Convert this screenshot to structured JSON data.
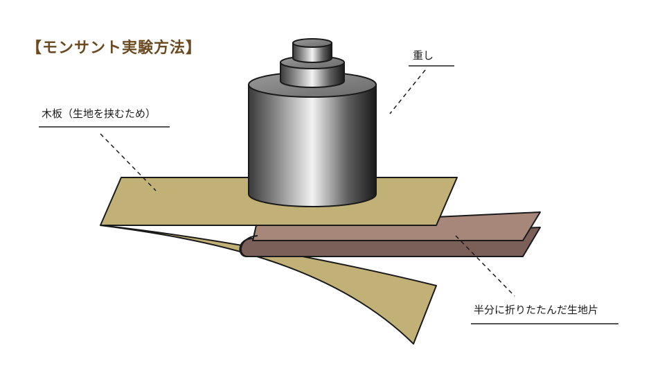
{
  "title": "【モンサント実験方法】",
  "labels": {
    "weight": "重し",
    "board": "木板（生地を挟むため）",
    "fabric": "半分に折りたたんだ生地片"
  },
  "colors": {
    "title": "#6b4a22",
    "board_fill": "#c2b177",
    "fabric_top": "#a7877a",
    "fabric_bottom": "#7b5f59",
    "weight_dark": "#1c1c1c",
    "weight_light": "#f0f0f0",
    "outline": "#1a1a1a"
  }
}
